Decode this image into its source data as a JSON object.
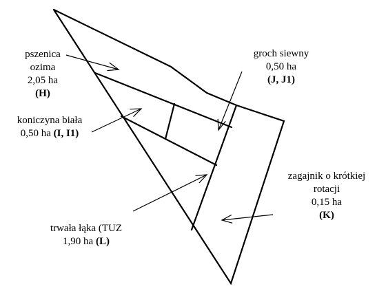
{
  "colors": {
    "stroke": "#000000",
    "background": "#ffffff",
    "text": "#000000"
  },
  "fields": {
    "H": {
      "line1": "pszenica",
      "line2": "ozima",
      "area": "2,05 ha",
      "code": "(H)"
    },
    "J": {
      "line1": "groch siewny",
      "area": "0,50 ha",
      "code": "(J, J1)"
    },
    "I": {
      "line1": "koniczyna biała",
      "area": "0,50 ha",
      "code": "(I, I1)"
    },
    "K": {
      "line1": "zagajnik o krótkiej",
      "line2": "rotacji",
      "area": "0,15 ha",
      "code": "(K)"
    },
    "L": {
      "line1": "trwała łąka (TUZ",
      "area": "1,90 ha",
      "code": "(L)"
    }
  }
}
